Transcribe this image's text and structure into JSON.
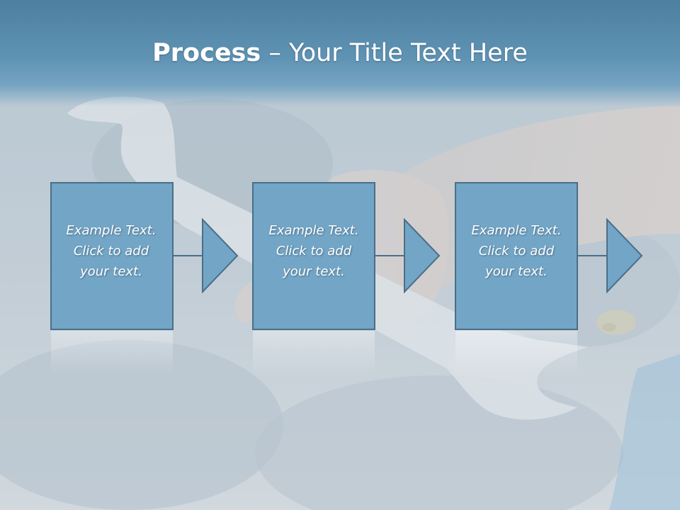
{
  "slide": {
    "title_bold": "Process",
    "title_rest": " – Your Title Text Here"
  },
  "steps": [
    {
      "line1": "Example Text.",
      "line2": "Click  to add",
      "line3": "your text."
    },
    {
      "line1": "Example Text.",
      "line2": "Click  to add",
      "line3": "your text."
    },
    {
      "line1": "Example Text.",
      "line2": "Click  to add",
      "line3": "your text."
    }
  ],
  "colors": {
    "title_bar": "#5b8fb0",
    "step_fill": "#72a5c6",
    "step_border": "#4a6f88",
    "title_text": "#ffffff"
  },
  "icons": {
    "background": "wrench-engine-photo",
    "connector": "right-arrow"
  }
}
